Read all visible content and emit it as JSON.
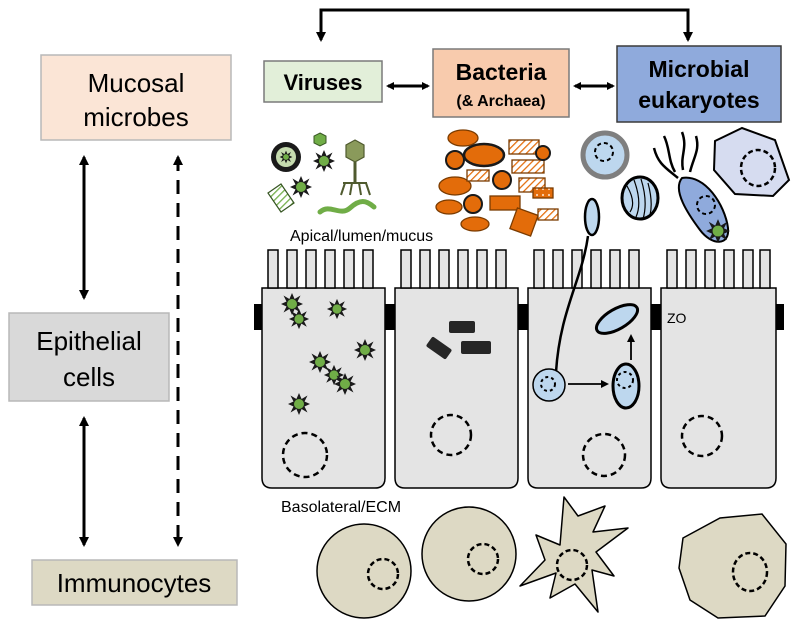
{
  "left": {
    "mucosal_microbes_line1": "Mucosal",
    "mucosal_microbes_line2": "microbes",
    "epithelial_line1": "Epithelial",
    "epithelial_line2": "cells",
    "immunocytes": "Immunocytes"
  },
  "top": {
    "viruses": "Viruses",
    "bacteria": "Bacteria",
    "bacteria_sub": "(& Archaea)",
    "eukaryotes_line1": "Microbial",
    "eukaryotes_line2": "eukaryotes"
  },
  "regions": {
    "apical": "Apical/lumen/mucus",
    "basolateral": "Basolateral/ECM",
    "zo": "ZO"
  },
  "colors": {
    "mucosal_box": "#fbe5d6",
    "epithelial_box": "#d9d9d9",
    "immuno_box": "#ddd9c4",
    "viruses_box": "#e2efd9",
    "bacteria_box": "#f8cbad",
    "eukaryotes_box": "#8faadc",
    "cell_fill": "#e4e4e4",
    "virus_green": "#70ad47",
    "bacteria_orange": "#e36c0a",
    "euk_blue": "#bdd7ee"
  }
}
